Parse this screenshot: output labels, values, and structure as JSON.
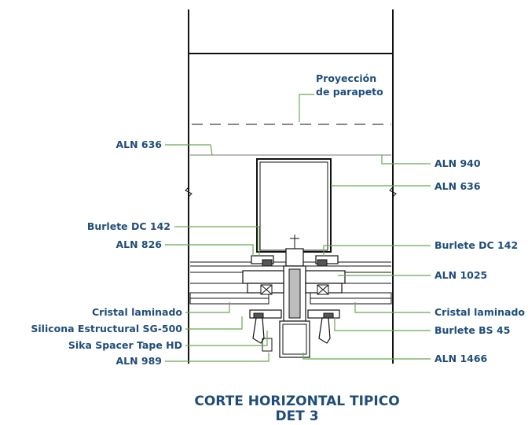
{
  "labels": {
    "proyeccion_line1": "Proyección",
    "proyeccion_line2": "de parapeto",
    "aln636_left": "ALN 636",
    "aln940": "ALN 940",
    "aln636_right": "ALN 636",
    "burlete_dc142_left": "Burlete DC 142",
    "burlete_dc142_right": "Burlete DC 142",
    "aln826": "ALN 826",
    "aln1025": "ALN 1025",
    "cristal_left": "Cristal laminado",
    "cristal_right": "Cristal laminado",
    "silicona": "Silicona Estructural SG-500",
    "burlete_bs45": "Burlete BS 45",
    "sika": "Sika Spacer Tape HD",
    "aln989": "ALN 989",
    "aln1466": "ALN 1466"
  },
  "title": {
    "line1": "CORTE HORIZONTAL TIPICO",
    "line2": "DET 3"
  },
  "colors": {
    "label_text": "#1f4d7a",
    "leader_line": "#6aa84f",
    "drawing_line": "#111111"
  }
}
